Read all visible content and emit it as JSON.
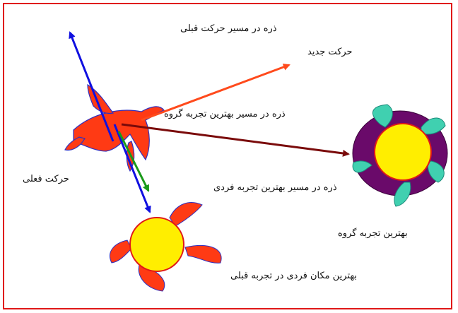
{
  "labels": {
    "previous_path": "ذره در مسیر حرکت قبلی",
    "new_move": "حرکت جدید",
    "toward_group_best": "ذره در مسیر بهترین تجربه گروه",
    "current_move": "حرکت فعلی",
    "toward_personal_best": "ذره در مسیر بهترین تجربه فردی",
    "group_best": "بهترین تجربه گروه",
    "personal_best_location": "بهترین مکان فردی در تجربه قبلی"
  },
  "colors": {
    "frame": "#e01818",
    "previous_path_arrow": "#1010e0",
    "new_move_arrow": "#ff4a1c",
    "group_best_arrow": "#7a0a0a",
    "personal_best_arrow": "#1a9a1a",
    "bird": "#ff3a14",
    "sun": "#ffee00",
    "group_best_ring": "#6a0a6a",
    "feather": "#40d0b0"
  }
}
